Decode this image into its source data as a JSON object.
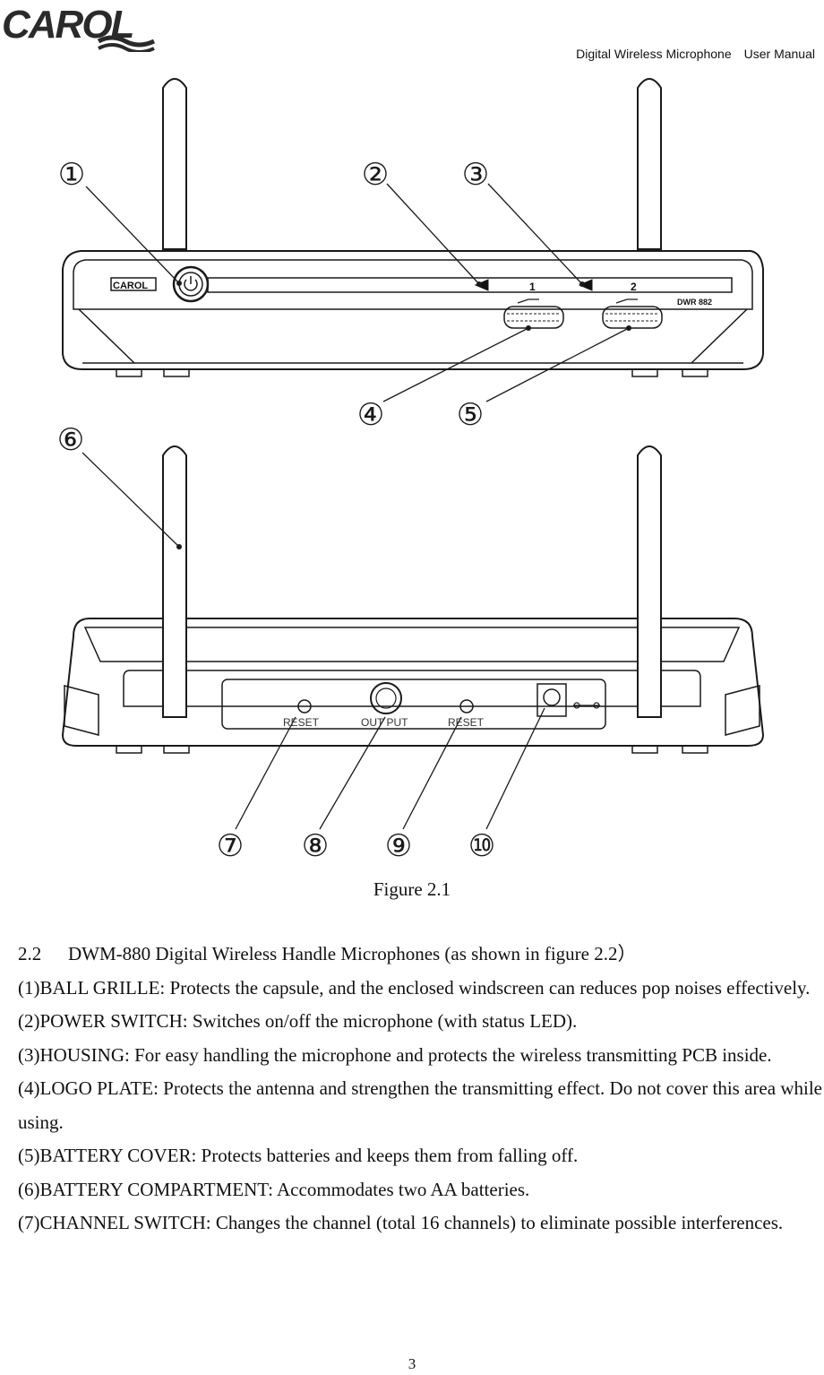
{
  "header": {
    "logo_text": "CAROL",
    "doc_title": "Digital Wireless Microphone",
    "doc_type": "User Manual"
  },
  "figure": {
    "callouts": [
      "①",
      "②",
      "③",
      "④",
      "⑤",
      "⑥",
      "⑦",
      "⑧",
      "⑨",
      "⑩"
    ],
    "front_panel": {
      "logo": "CAROL",
      "channel_1": "1",
      "channel_2": "2",
      "model": "DWR 882"
    },
    "rear_panel": {
      "reset_left": "RESET",
      "output": "OUT PUT",
      "reset_right": "RESET"
    },
    "caption": "Figure 2.1"
  },
  "section": {
    "number": "2.2",
    "title": "DWM-880 Digital Wireless Handle Microphones (as shown in figure 2.2）"
  },
  "items": [
    "(1)BALL GRILLE: Protects the capsule, and the enclosed windscreen can reduces pop noises effectively.",
    "(2)POWER SWITCH: Switches on/off the microphone (with status LED).",
    "(3)HOUSING: For easy handling the microphone and protects the wireless transmitting PCB inside.",
    "(4)LOGO PLATE: Protects the antenna and strengthen the transmitting effect. Do not cover this area while using.",
    "(5)BATTERY COVER: Protects batteries and keeps them from falling off.",
    "(6)BATTERY COMPARTMENT: Accommodates two AA batteries.",
    "(7)CHANNEL SWITCH: Changes the channel (total 16 channels) to eliminate possible interferences."
  ],
  "page_number": "3"
}
